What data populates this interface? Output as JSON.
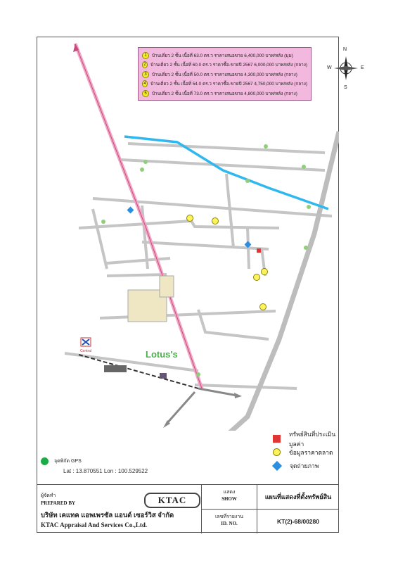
{
  "legend": {
    "items": [
      {
        "num": "1",
        "text": "บ้านเดี่ยว 2 ชั้น เนื้อที่ 63.0 ตร.ว ราคาเสนอขาย 6,400,000 บาท/หลัง (มุม)"
      },
      {
        "num": "2",
        "text": "บ้านเดี่ยว 2 ชั้น เนื้อที่ 60.0 ตร.ว ราคาซื้อ-ขายปี 2567 6,000,000 บาท/หลัง (กลาง)"
      },
      {
        "num": "3",
        "text": "บ้านเดี่ยว 2 ชั้น เนื้อที่ 50.0 ตร.ว ราคาเสนอขาย 4,300,000 บาท/หลัง (กลาง)"
      },
      {
        "num": "4",
        "text": "บ้านเดี่ยว 2 ชั้น เนื้อที่ 54.0 ตร.ว ราคาซื้อ-ขายปี 2567 4,750,000 บาท/หลัง (กลาง)"
      },
      {
        "num": "5",
        "text": "บ้านเดี่ยว 2 ชั้น เนื้อที่ 73.0 ตร.ว ราคาเสนอขาย 4,800,000 บาท/หลัง (กลาง)"
      }
    ]
  },
  "compass": {
    "n": "N",
    "s": "S",
    "e": "E",
    "w": "W"
  },
  "map": {
    "brand": "Lotus's",
    "store": "Central"
  },
  "colors": {
    "road_pink": "#f0a6c4",
    "canal": "#2fb8f0",
    "road_gray": "#c8c8c8",
    "legend_bg": "#f3b8dd"
  },
  "key": {
    "subject": "ทรัพย์สินที่ประเมินมูลค่า",
    "market": "ข้อมูลราคาตลาด",
    "photo": "จุดถ่ายภาพ"
  },
  "gps": {
    "label": "จุดพิกัด GPS",
    "coords": "Lat : 13.870551  Lon : 100.529522"
  },
  "footer": {
    "prepared_th": "ผู้จัดทำ",
    "prepared_en": "PREPARED BY",
    "company_th": "บริษัท เคแทค แอพเพรซัล แอนด์ เซอร์วิส จำกัด",
    "company_en": "KTAC Appraisal And Services Co.,Ltd.",
    "logo": "KTAC",
    "show_th": "แสดง",
    "show_en": "SHOW",
    "title": "แผนที่แสดงที่ตั้งทรัพย์สิน",
    "id_th": "เลขที่รายงาน",
    "id_en": "ID. NO.",
    "id_value": "KT(2)-68/00280"
  }
}
